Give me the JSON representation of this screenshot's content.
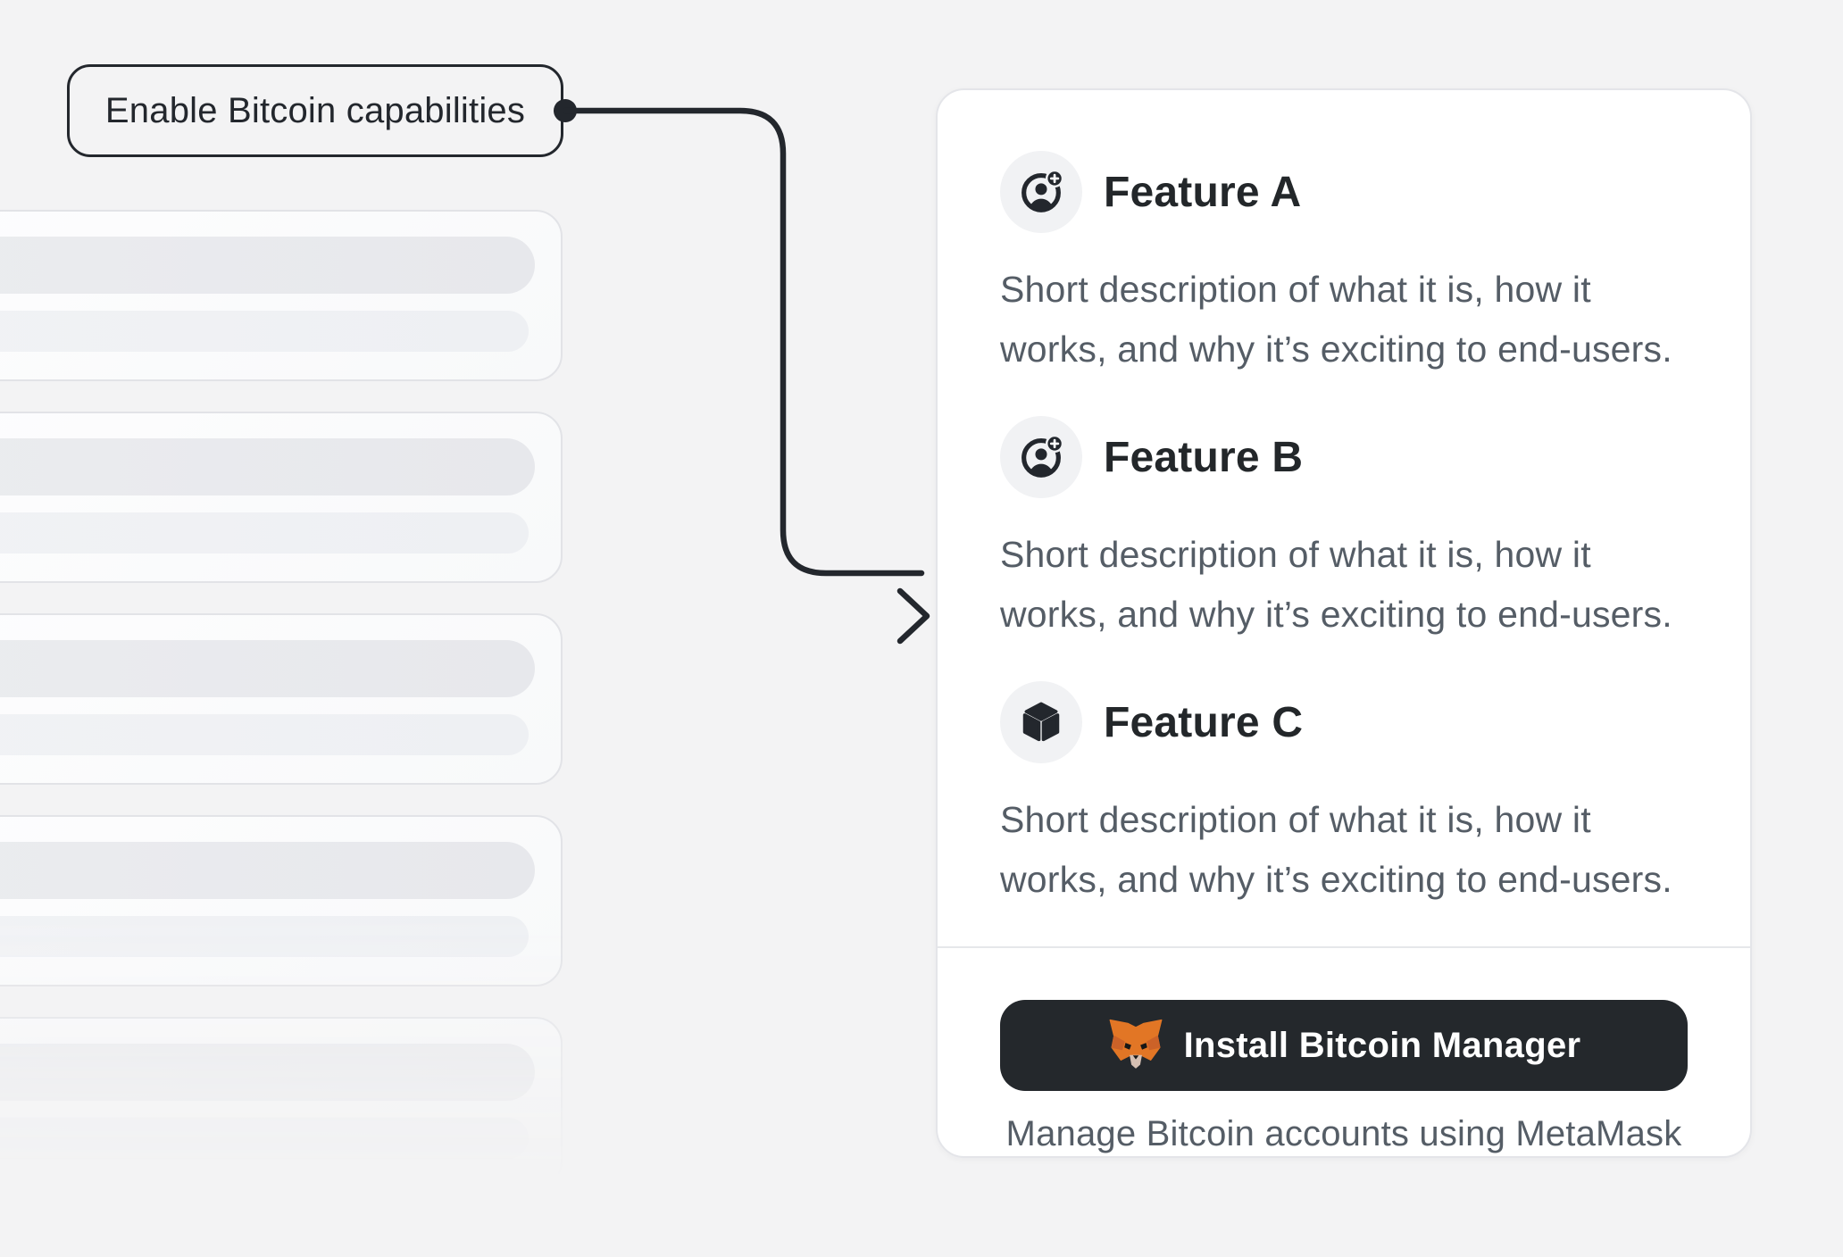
{
  "callout": {
    "label": "Enable Bitcoin capabilities"
  },
  "skeleton": {
    "card_count": 5
  },
  "card": {
    "features": [
      {
        "name": "Feature A",
        "icon": "account-add-icon",
        "description": "Short description of what it is, how it\nworks, and why it’s exciting to end-users."
      },
      {
        "name": "Feature B",
        "icon": "account-add-icon",
        "description": "Short description of what it is, how it\nworks, and why it’s exciting to end-users."
      },
      {
        "name": "Feature C",
        "icon": "cube-icon",
        "description": "Short description of what it is, how it\nworks, and why it’s exciting to end-users."
      }
    ],
    "footer": {
      "button_label": "Install Bitcoin Manager",
      "button_icon": "metamask-fox-icon",
      "caption": "Manage Bitcoin accounts using MetaMask"
    }
  },
  "colors": {
    "page_background": "#f3f3f4",
    "annotation_ink": "#23272d",
    "heading_text": "#23272a",
    "body_text": "#555d66",
    "button_background": "#24282c",
    "fox_orange": "#e27625",
    "fox_orange_dark": "#cc6228",
    "fox_muzzle": "#d5bfb2"
  }
}
